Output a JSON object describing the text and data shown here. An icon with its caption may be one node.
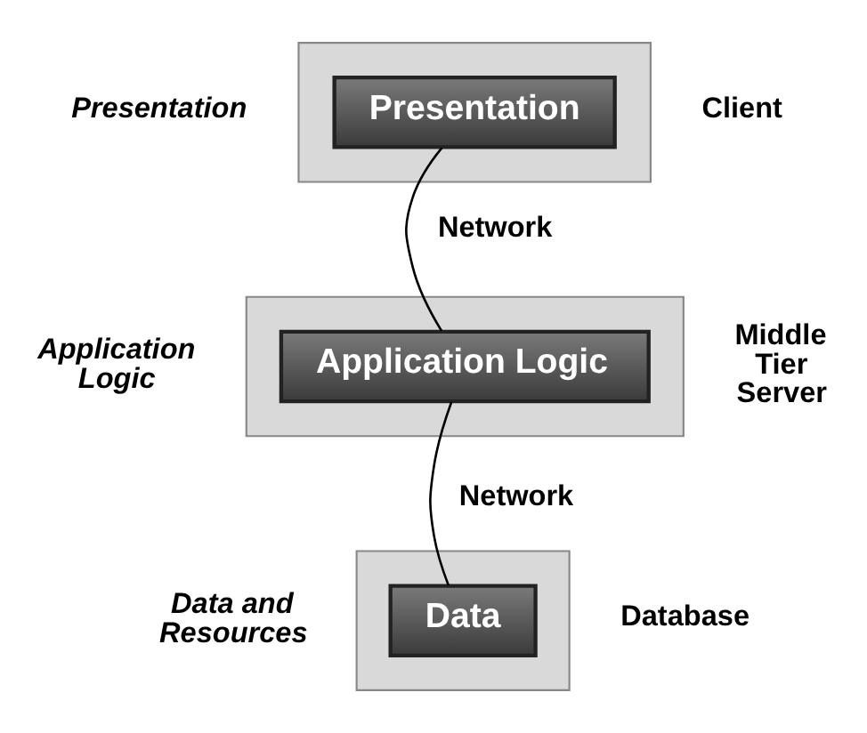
{
  "diagram": {
    "nodes": [
      {
        "text": [],
        "shape": "box",
        "beside": [
          "Presentation",
          "Client"
        ]
      },
      {
        "text": [
          "Presentation"
        ],
        "in": 0
      },
      {
        "text": [],
        "shape": "box",
        "beside": [
          "Application Logic",
          "Middle Tier Server"
        ]
      },
      {
        "text": [
          "Application Logic"
        ],
        "in": 2
      },
      {
        "text": [],
        "shape": "box",
        "beside": [
          "Data and Resources",
          "Database"
        ]
      },
      {
        "text": [
          "Data"
        ],
        "in": 4
      }
    ],
    "edges": [
      {
        "from": 1,
        "to": 3,
        "arrow": "none"
      },
      {
        "from": 3,
        "to": 5,
        "arrow": "none"
      }
    ],
    "labels": [
      "Network",
      "Network"
    ]
  }
}
